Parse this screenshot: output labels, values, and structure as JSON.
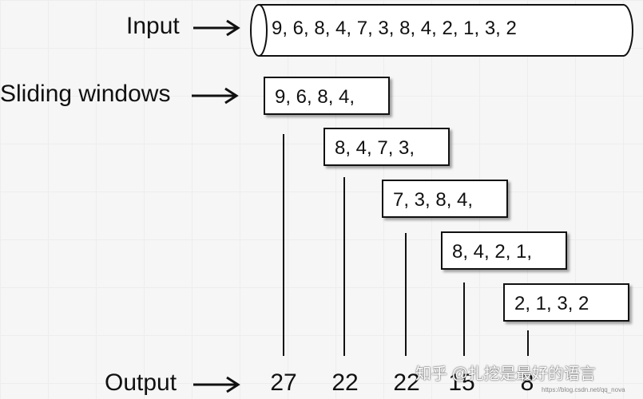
{
  "labels": {
    "input": "Input",
    "windows": "Sliding windows",
    "output": "Output"
  },
  "input_sequence": "9,  6,  8,  4,  7,  3,  8,  4,  2,  1,  3,  2",
  "windows": [
    {
      "text": "9,  6,  8,  4,"
    },
    {
      "text": "8,  4,  7,  3,"
    },
    {
      "text": "7,  3,  8,  4,"
    },
    {
      "text": "8,  4,  2, 1,"
    },
    {
      "text": "2, 1,  3,  2"
    }
  ],
  "outputs": [
    "27",
    "22",
    "22",
    "15",
    "8"
  ],
  "watermark": "知乎 @扎挖是最好的语言",
  "small_watermark": "https://blog.csdn.net/qq_nova"
}
